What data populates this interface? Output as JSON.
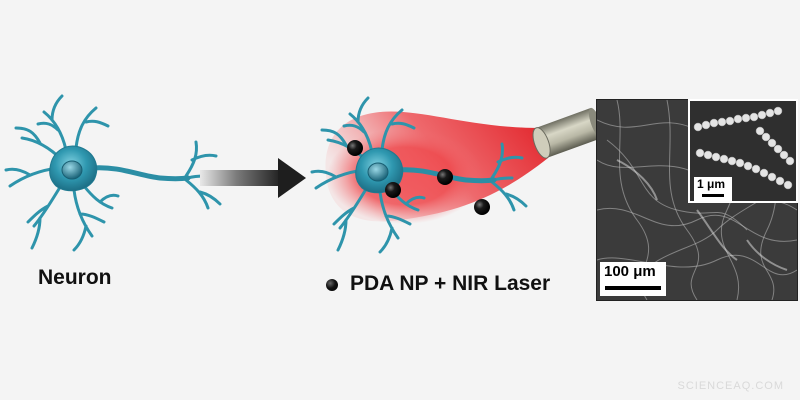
{
  "labels": {
    "neuron": "Neuron",
    "legend": "PDA NP + NIR Laser"
  },
  "micrograph": {
    "main_scale": "100 μm",
    "inset_scale": "1 μm"
  },
  "watermark": "SCIENCEAQ.COM",
  "colors": {
    "background": "#f4f4f4",
    "neuron_body": "#2a8fa6",
    "neuron_light": "#6ec3d6",
    "laser_red": "#e8262a",
    "arrow_dark": "#2b2b2b",
    "nanoparticle": "#111111"
  },
  "icons": [
    "neuron-icon",
    "arrow-icon",
    "laser-device-icon",
    "nanoparticle-icon"
  ]
}
